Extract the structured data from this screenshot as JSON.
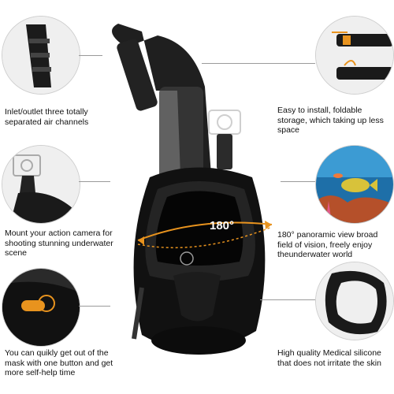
{
  "features": {
    "left": [
      {
        "text": "Inlet/outlet three totally separated air channels",
        "icon": "snorkel-channels"
      },
      {
        "text": "Mount your action camera for shooting stunning underwater scene",
        "icon": "camera-mount"
      },
      {
        "text": "You can quikly get out of the mask with one button and get more self-help time",
        "icon": "quick-release-button"
      }
    ],
    "right": [
      {
        "text": "Easy to install, foldable storage, which taking up less space",
        "icon": "foldable-snorkel"
      },
      {
        "text": "180° panoramic view broad field of vision, freely enjoy theunderwater world",
        "icon": "underwater-reef"
      },
      {
        "text": "High quality Medical silicone that does not irritate the skin",
        "icon": "silicone-seal"
      }
    ]
  },
  "mask": {
    "view_angle_label": "180°"
  },
  "colors": {
    "mask_black": "#1a1a1a",
    "accent_orange": "#e8931e",
    "leader_gray": "#9a9a9a"
  }
}
